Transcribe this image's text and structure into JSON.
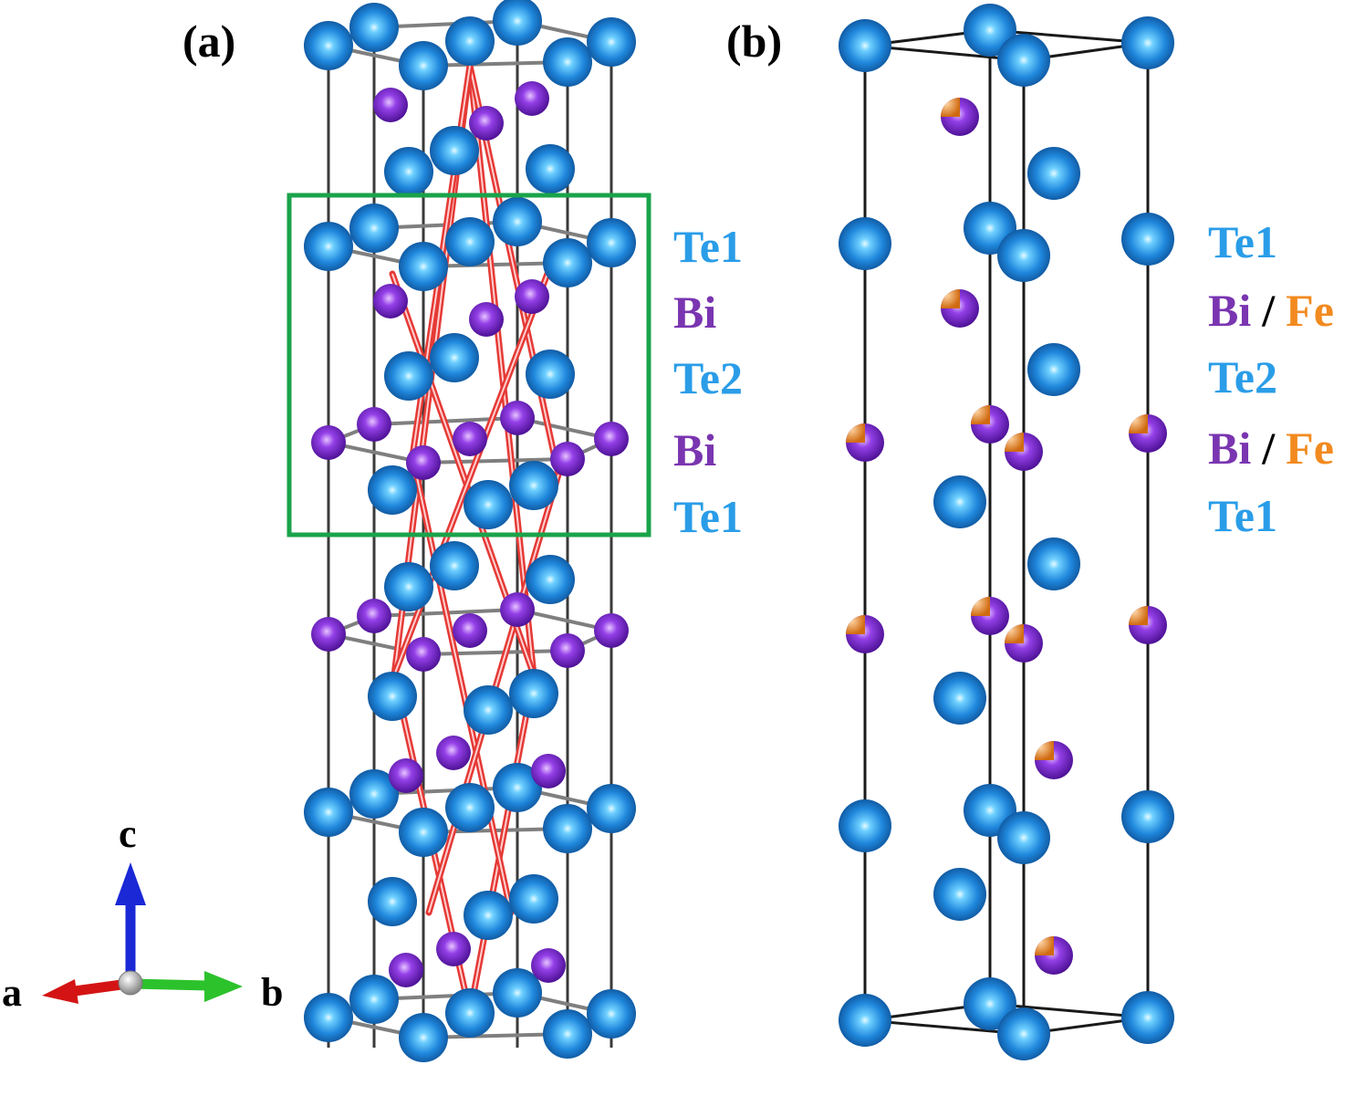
{
  "panels": {
    "a": {
      "label": "(a)"
    },
    "b": {
      "label": "(b)"
    }
  },
  "layers_a": [
    "Te1",
    "Bi",
    "Te2",
    "Bi",
    "Te1"
  ],
  "layers_b": [
    {
      "first": "Te1"
    },
    {
      "first": "Bi",
      "sep": "/",
      "second": "Fe"
    },
    {
      "first": "Te2"
    },
    {
      "first": "Bi",
      "sep": "/",
      "second": "Fe"
    },
    {
      "first": "Te1"
    }
  ],
  "axes": {
    "a": "a",
    "b": "b",
    "c": "c"
  },
  "colors": {
    "te": "#1e88e5",
    "te_light": "#8fd4ff",
    "bi": "#7b1fd6",
    "bi_light": "#d6a8ff",
    "fe": "#f08a2c",
    "label_te": "#2a9de8",
    "label_bi": "#7a35b0",
    "label_fe": "#f28a1f",
    "highlight_box": "#1aa34a",
    "primitive_cell": "#e53935"
  }
}
